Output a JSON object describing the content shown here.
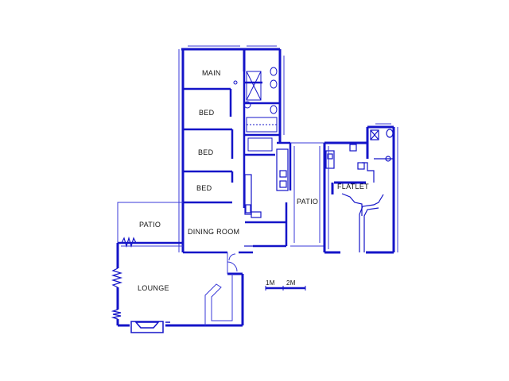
{
  "colors": {
    "wall": "#1414c8",
    "thin": "#3a3ad8",
    "fixture": "#5a5a9a",
    "text": "#111111"
  },
  "rooms": {
    "main": "MAIN",
    "bed1": "BED",
    "bed2": "BED",
    "bed3": "BED",
    "patio_left": "PATIO",
    "dining": "DINING ROOM",
    "lounge": "LOUNGE",
    "patio_mid": "PATIO",
    "flatlet": "FLATLET"
  },
  "scale": {
    "one": "1M",
    "two": "2M"
  }
}
